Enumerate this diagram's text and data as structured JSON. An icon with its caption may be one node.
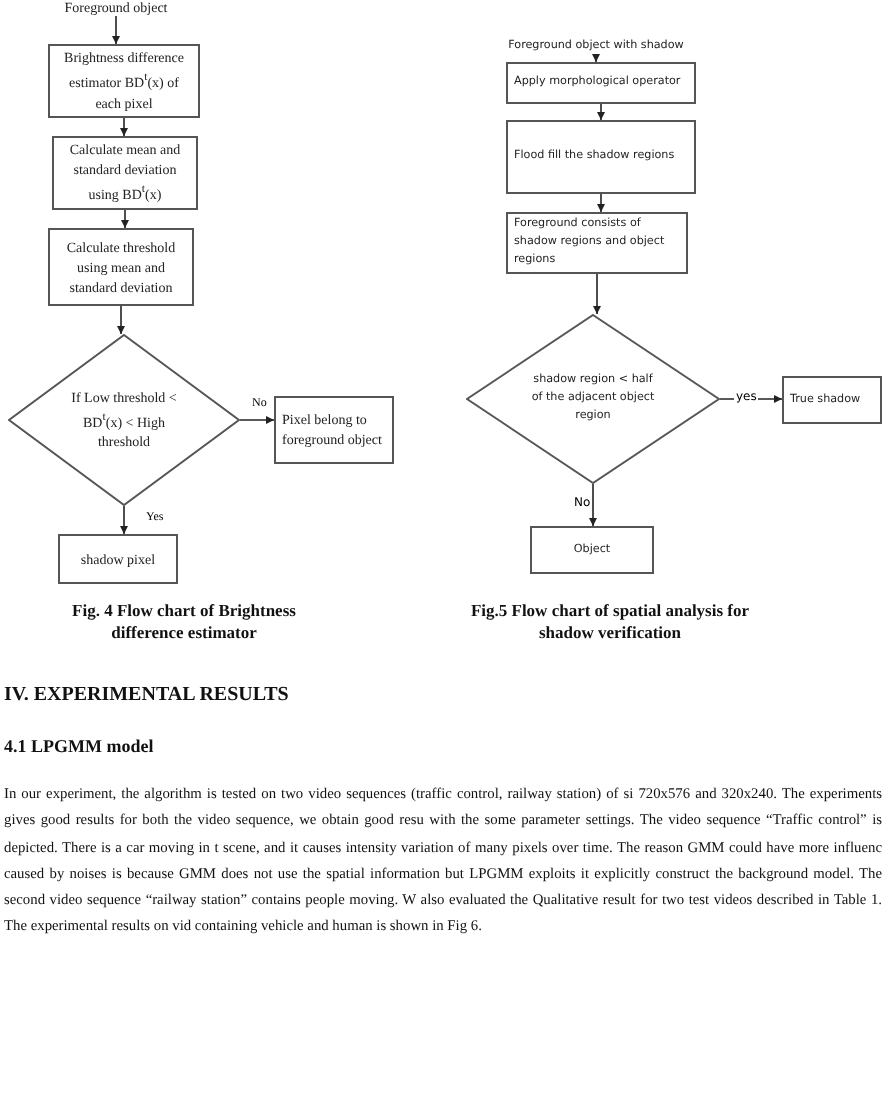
{
  "diagram": {
    "nodes": [
      {
        "text": [
          "Foreground object"
        ]
      },
      {
        "text": [
          "Brightness difference estimator BD$^{t}$(x) of each pixel"
        ]
      },
      {
        "text": [
          "Calculate mean and standard deviation using BD$^{t}$(x)"
        ]
      },
      {
        "text": [
          "Calculate threshold using mean and standard deviation"
        ]
      },
      {
        "text": [
          "If Low threshold < BD$^{t}$(x) < High threshold"
        ]
      },
      {
        "text": [
          "Pixel belong to foreground object"
        ]
      },
      {
        "text": [
          "shadow pixel"
        ]
      },
      {
        "text": [
          "Foreground object with shadow"
        ]
      },
      {
        "text": [
          "Apply morphological operator"
        ]
      },
      {
        "text": [
          "Flood fill the shadow regions"
        ]
      },
      {
        "text": [
          "Foreground consists of shadow regions and object regions"
        ]
      },
      {
        "text": [
          "shadow region < half of the adjacent object region"
        ]
      },
      {
        "text": [
          "True shadow"
        ]
      },
      {
        "text": [
          "Object"
        ]
      }
    ],
    "edges": [
      {
        "from": 0,
        "to": 1,
        "arrow": "to"
      },
      {
        "from": 1,
        "to": 2,
        "arrow": "to"
      },
      {
        "from": 2,
        "to": 3,
        "arrow": "to"
      },
      {
        "from": 3,
        "to": 4,
        "arrow": "to"
      },
      {
        "from": 4,
        "to": 5,
        "arrow": "to",
        "label": "No"
      },
      {
        "from": 4,
        "to": 6,
        "arrow": "to",
        "label": "Yes"
      },
      {
        "from": 7,
        "to": 8,
        "arrow": "to"
      },
      {
        "from": 8,
        "to": 9,
        "arrow": "to"
      },
      {
        "from": 9,
        "to": 10,
        "arrow": "to"
      },
      {
        "from": 10,
        "to": 11,
        "arrow": "to"
      },
      {
        "from": 11,
        "to": 12,
        "arrow": "to",
        "label": "yes"
      },
      {
        "from": 11,
        "to": 13,
        "arrow": "to",
        "label": "No"
      }
    ],
    "labels": [
      "Fig. 4 Flow chart of Brightness difference estimator",
      "Fig.5 Flow chart of spatial analysis for shadow verification",
      "IV. EXPERIMENTAL RESULTS",
      "4.1 LPGMM model",
      "In our experiment, the algorithm is tested on two video sequences (traffic control, railway station) of si 720x576 and 320x240. The experiments gives good results for both the video sequence, we obtain good resu with the some parameter settings. The video sequence “Traffic control” is depicted. There is a car moving in t scene, and it causes intensity variation of many pixels over time. The reason GMM could have more influenc caused by noises is because GMM does not use the spatial information but LPGMM exploits it explicitly construct the background model. The second video sequence “railway station” contains  people moving. W also evaluated the Qualitative result for two test videos described in Table 1.  The experimental results on vid containing vehicle and human is shown in Fig 6."
    ]
  }
}
